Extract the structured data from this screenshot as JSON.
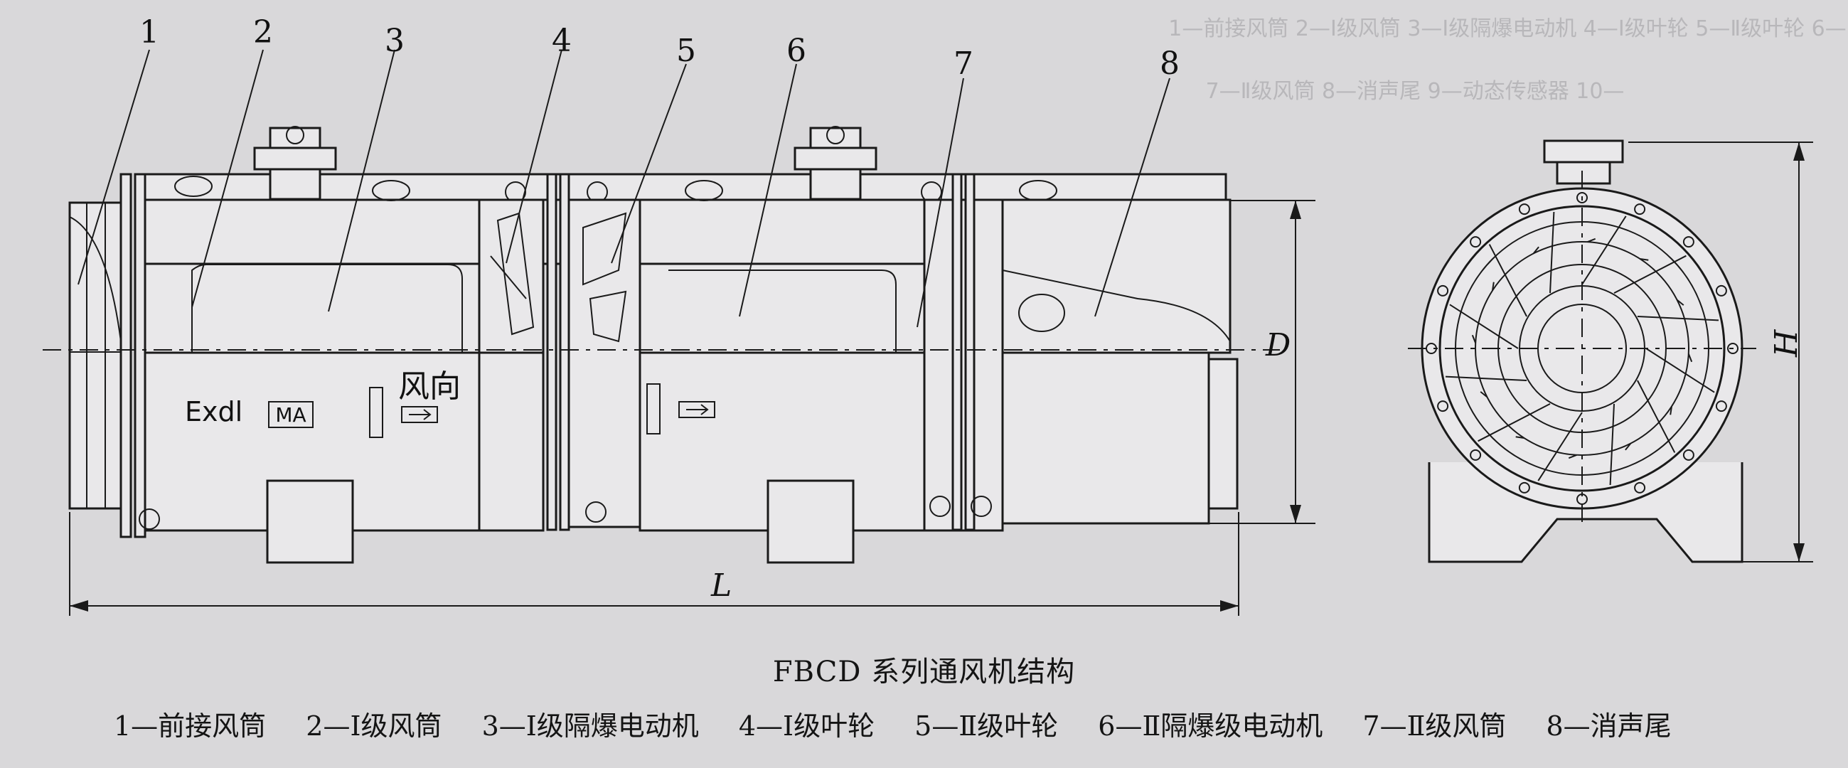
{
  "figure": {
    "caption": "FBCD 系列通风机结构",
    "legend": [
      "1—前接风筒",
      "2—Ⅰ级风筒",
      "3—Ⅰ级隔爆电动机",
      "4—Ⅰ级叶轮",
      "5—Ⅱ级叶轮",
      "6—Ⅱ隔爆级电动机",
      "7—Ⅱ级风筒",
      "8—消声尾"
    ],
    "callouts": [
      "1",
      "2",
      "3",
      "4",
      "5",
      "6",
      "7",
      "8"
    ],
    "dimensions": {
      "length": "L",
      "diameter": "D",
      "height": "H"
    },
    "plate": {
      "marking": "Exdl",
      "mark_box": "MA",
      "wind_dir": "风向"
    },
    "bleed_through": [
      "1—前接风筒  2—Ⅰ级风筒  3—Ⅰ级隔爆电动机  4—Ⅰ级叶轮  5—Ⅱ级叶轮  6—",
      "7—Ⅱ级风筒  8—消声尾  9—动态传感器  10—"
    ]
  }
}
